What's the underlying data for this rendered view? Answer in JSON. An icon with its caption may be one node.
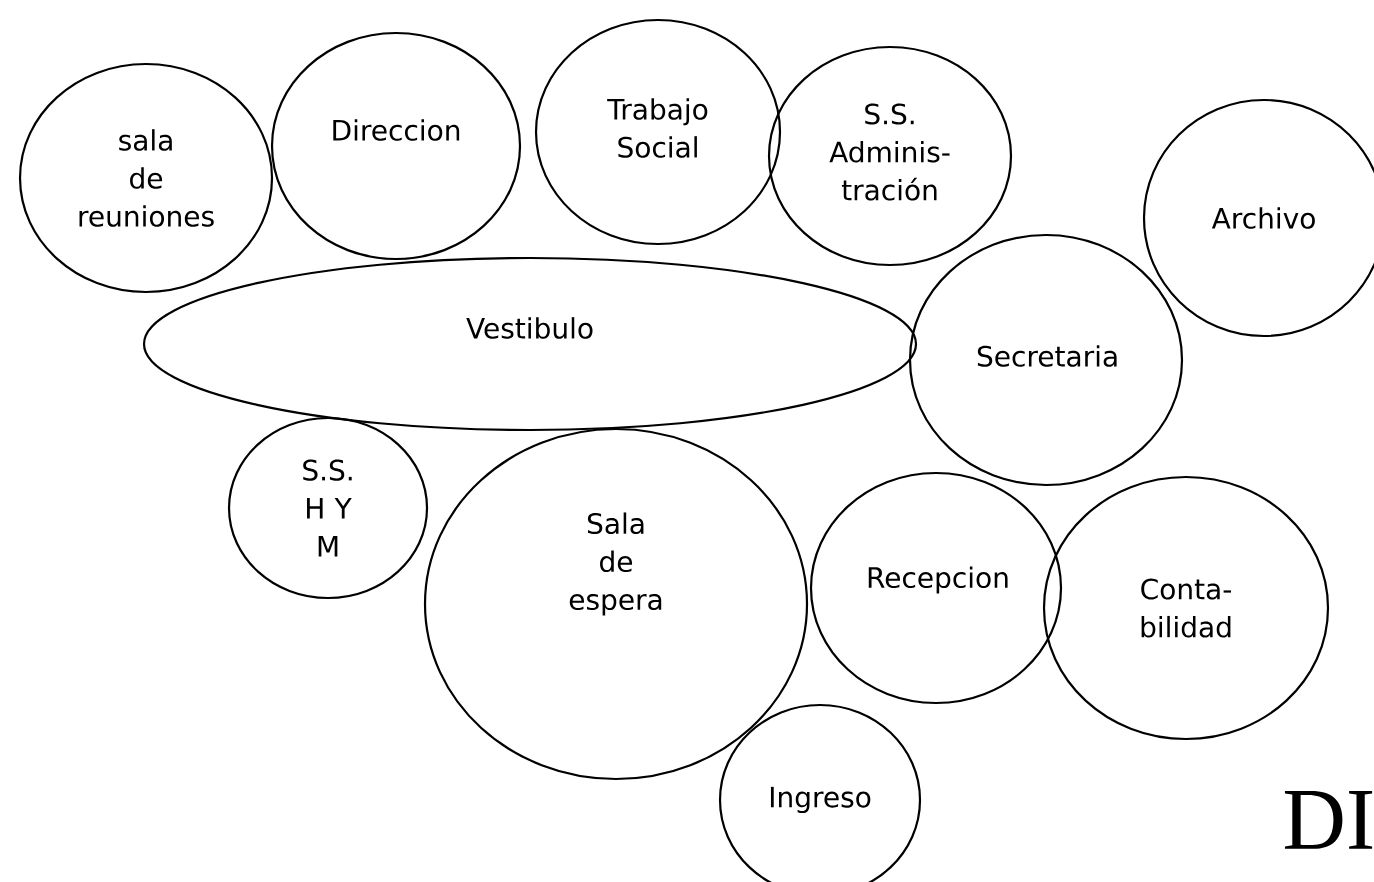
{
  "diagram": {
    "nodes": [
      {
        "text": [
          "sala de reuniones"
        ]
      },
      {
        "text": [
          "Direccion"
        ]
      },
      {
        "text": [
          "Trabajo Social"
        ]
      },
      {
        "text": [
          "S.S. Adminis- tración"
        ]
      },
      {
        "text": [
          "Archivo"
        ]
      },
      {
        "text": [
          "Vestibulo"
        ]
      },
      {
        "text": [
          "Secretaria"
        ]
      },
      {
        "text": [
          "S.S. H Y M"
        ]
      },
      {
        "text": [
          "Sala de espera"
        ]
      },
      {
        "text": [
          "Recepcion"
        ]
      },
      {
        "text": [
          "Conta- bilidad"
        ]
      },
      {
        "text": [
          "Ingreso"
        ]
      }
    ],
    "labels": [
      "DI"
    ]
  }
}
